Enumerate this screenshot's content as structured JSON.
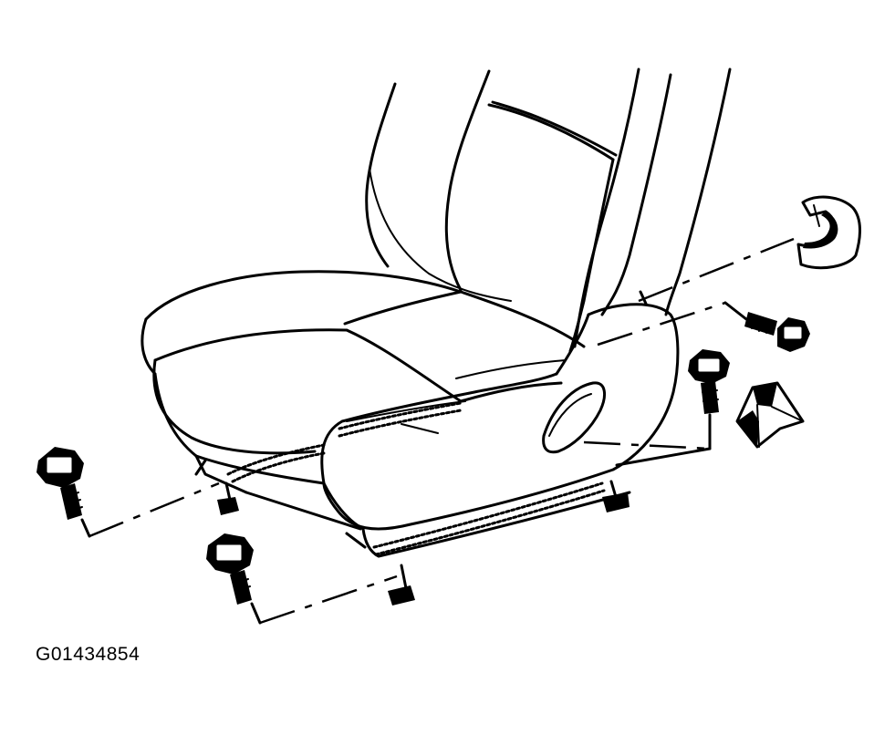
{
  "figure": {
    "id_label": "G01434854"
  },
  "parts": {
    "seat": "seat-assembly",
    "bolts": [
      "front-left-bolt",
      "rear-left-bolt",
      "front-right-bolt",
      "rear-right-bolt"
    ],
    "covers": [
      "anchor-cover-upper",
      "anchor-cover-lower"
    ]
  }
}
